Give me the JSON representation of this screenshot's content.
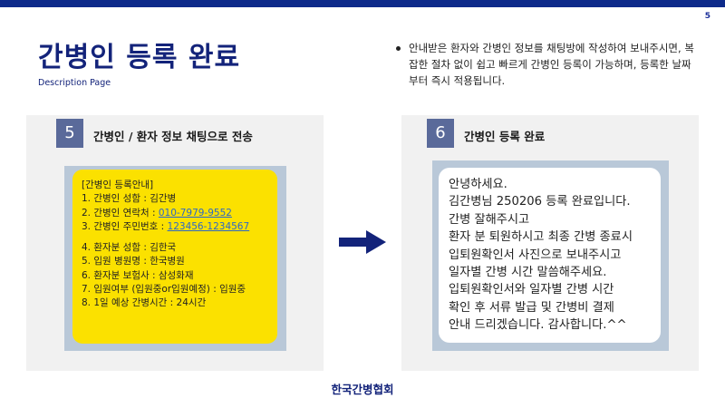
{
  "page_number": "5",
  "title": "간병인 등록 완료",
  "subtitle": "Description Page",
  "description": "안내받은 환자와 간병인 정보를 채팅방에 작성하여 보내주시면, 복잡한 절차 없이 쉽고 빠르게 간병인 등록이 가능하며, 등록한 날짜부터 즉시 적용됩니다.",
  "steps": [
    {
      "number": "5",
      "title": "간병인 / 환자 정보 채팅으로 전송",
      "message": {
        "header": "[간병인 등록안내]",
        "line1": "1. 간병인 성함 : 김간병",
        "line2_prefix": "2. 간병인 연락처 : ",
        "line2_link": "010-7979-9552",
        "line3_prefix": "3. 간병인 주민번호 : ",
        "line3_link": "123456-1234567",
        "line4": "4. 환자분 성함 : 김한국",
        "line5": "5. 입원 병원명 : 한국병원",
        "line6": "6. 환자분 보험사 : 삼성화재",
        "line7": "7. 입원여부 (입원중or입원예정) : 입원중",
        "line8": "8. 1일 예상 간병시간 : 24시간"
      }
    },
    {
      "number": "6",
      "title": "간병인 등록 완료",
      "message": [
        "안녕하세요.",
        "김간병님 250206 등록 완료입니다.",
        "간병 잘해주시고",
        "환자 분 퇴원하시고 최종 간병 종료시",
        "입퇴원확인서 사진으로 보내주시고",
        "일자별 간병 시간 말씀해주세요.",
        "입퇴원확인서와 일자별 간병 시간",
        "확인 후 서류 발급 및 간병비 결제",
        "안내 드리겠습니다. 감사합니다.^^"
      ]
    }
  ],
  "footer": "한국간병협회",
  "colors": {
    "brand_navy": "#13237a",
    "topbar": "#0d2a8a",
    "badge": "#5a6a9a",
    "panel_bg": "#f1f1f1",
    "chat_bg": "#b9c8d8",
    "bubble_yellow": "#fbe100",
    "link_blue": "#2d68c7"
  },
  "icons": [
    "right-arrow-icon"
  ]
}
